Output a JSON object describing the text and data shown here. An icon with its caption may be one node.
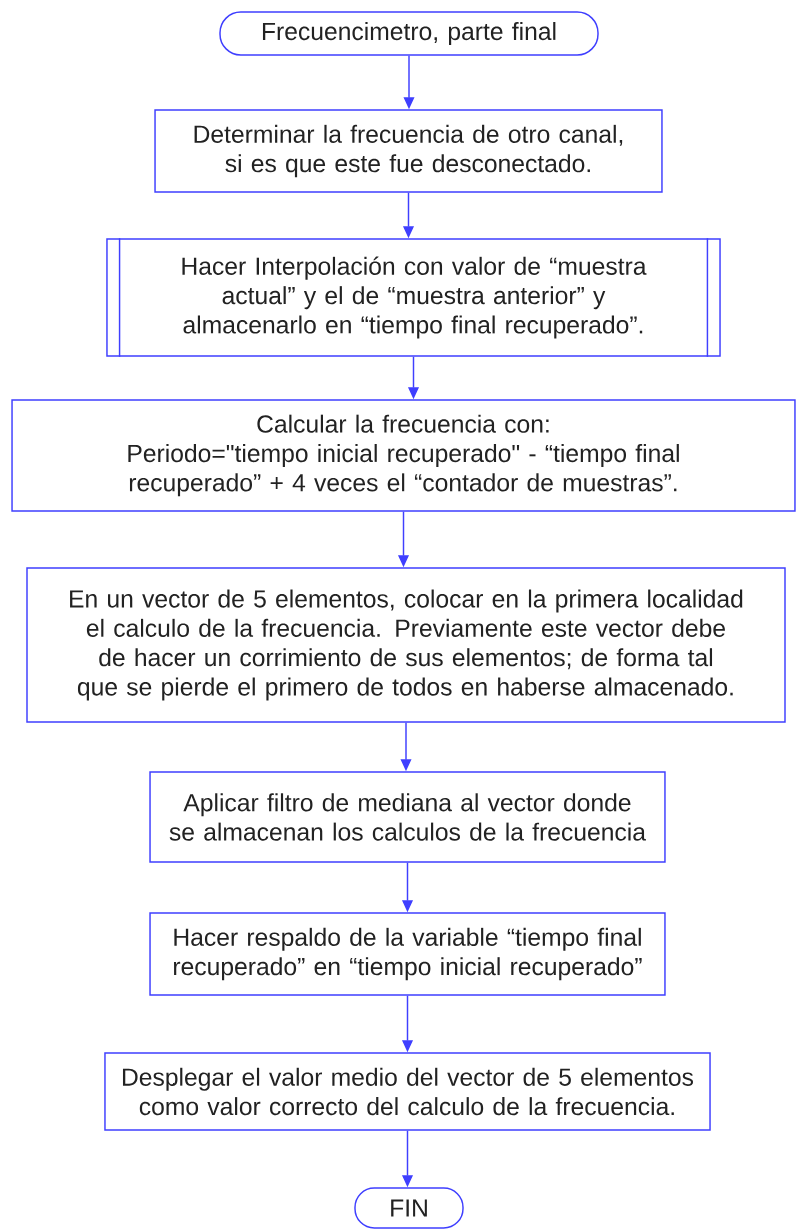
{
  "diagram": {
    "nodes": [
      {
        "text": [
          "Frecuencimetro, parte final"
        ]
      },
      {
        "text": [
          "Determinar la frecuencia de otro canal, si es que este fue desconectado."
        ]
      },
      {
        "text": [
          "Hacer Interpolación con valor de “muestra actual” y el de “muestra anterior” y almacenarlo en “tiempo final recuperado”."
        ]
      },
      {
        "text": [
          "Calcular la frecuencia con:",
          "Periodo=\"tiempo inicial recuperado\" - “tiempo final recuperado” + 4 veces el “contador de muestras”."
        ]
      },
      {
        "text": [
          "En un vector de 5 elementos, colocar en la primera localidad el calculo de la frecuencia. Previamente este vector debe de hacer un corrimiento de sus elementos; de forma tal que se pierde el primero de todos en haberse almacenado."
        ]
      },
      {
        "text": [
          "Aplicar filtro de mediana al vector donde se almacenan los calculos de la frecuencia"
        ]
      },
      {
        "text": [
          "Hacer respaldo de la variable “tiempo final recuperado” en “tiempo inicial recuperado”"
        ]
      },
      {
        "text": [
          "Desplegar el valor medio del vector de 5 elementos como valor correcto del calculo de la frecuencia."
        ]
      },
      {
        "text": [
          "FIN"
        ]
      }
    ],
    "edges": [
      {
        "from": 0,
        "to": 1,
        "arrow": "to"
      },
      {
        "from": 1,
        "to": 2,
        "arrow": "to"
      },
      {
        "from": 2,
        "to": 3,
        "arrow": "to"
      },
      {
        "from": 3,
        "to": 4,
        "arrow": "to"
      },
      {
        "from": 4,
        "to": 5,
        "arrow": "to"
      },
      {
        "from": 5,
        "to": 6,
        "arrow": "to"
      },
      {
        "from": 6,
        "to": 7,
        "arrow": "to"
      },
      {
        "from": 7,
        "to": 8,
        "arrow": "to"
      }
    ]
  }
}
